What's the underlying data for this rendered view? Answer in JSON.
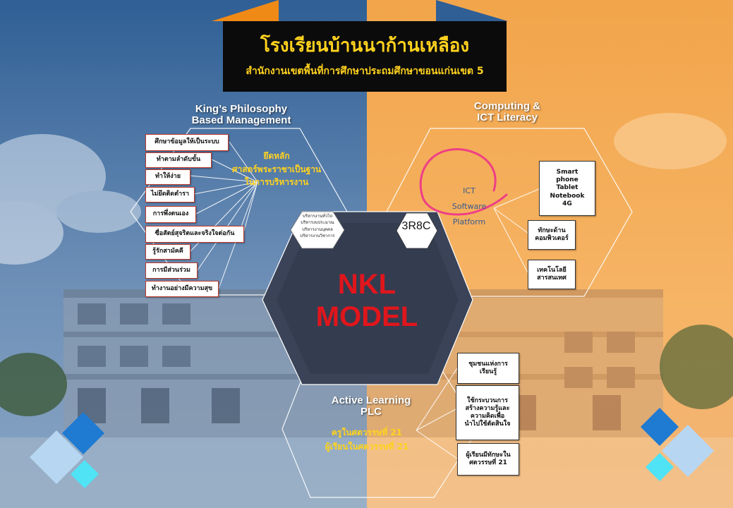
{
  "header": {
    "school_name": "โรงเรียนบ้านนาก้านเหลือง",
    "office": "สำนักงานเขตพื้นที่การศึกษาประถมศึกษาขอนแก่นเขต 5"
  },
  "left_section": {
    "heading_line1": "King’s Philosophy",
    "heading_line2": "Based  Management",
    "principle": [
      "ยึดหลัก",
      "ศาสตร์พระราชาเป็นฐาน",
      "ในการบริหารงาน"
    ],
    "items": [
      "ศึกษาข้อมูลให้เป็นระบบ",
      "ทำตามลำดับขั้น",
      "ทำให้ง่าย",
      "ไม่ยึดติดตำรา",
      "การพึ่งตนเอง",
      "ซื่อสัตย์สุจริตและจริงใจต่อกัน",
      "รู้รักสามัคคี",
      "การมีส่วนร่วม",
      "ทำงานอย่างมีความสุข"
    ]
  },
  "admin_hex": [
    "บริหารงานทั่วไป",
    "บริหารงบประมาณ",
    "บริหารงานบุคคล",
    "บริหารงานวิชาการ"
  ],
  "center": {
    "line1": "NKL",
    "line2": "MODEL",
    "badge": "3R8C"
  },
  "right_section": {
    "heading_line1": "Computing &",
    "heading_line2": "ICT  Literacy",
    "ict_lines": [
      "ICT",
      "Software",
      "Platform"
    ],
    "devices": [
      "Smart",
      "phone",
      "Tablet",
      "Notebook",
      "4G"
    ],
    "skill1": [
      "ทักษะด้าน",
      "คอมพิวเตอร์"
    ],
    "skill2": [
      "เทคโนโลยี",
      "สารสนเทศ"
    ]
  },
  "bottom_section": {
    "heading_line1": "Active  Learning",
    "heading_line2": "PLC",
    "teacher_line": "ครูในศตวรรษที่  21",
    "student_line": "ผู้เรียนในศตวรรษที่  21",
    "box1": [
      "ชุมชนแห่งการ",
      "เรียนรู้"
    ],
    "box2": [
      "ใช้กระบวนการ",
      "สร้างความรู้และ",
      "ความคิดเพื่อ",
      "นำไปใช้ตัดสินใจ"
    ],
    "box3": [
      "ผู้เรียนมีทักษะใน",
      "ศตวรรษที่ 21"
    ]
  },
  "colors": {
    "left_bg": "#3d6b9e",
    "right_bg": "#f0a54a",
    "title_bg": "#0b0b0b",
    "title_text": "#ffd21e",
    "center_hex": "#3a4358",
    "model_text": "#e0161c",
    "ict_circle": "#ee3f86",
    "accent_blue": "#1f7ad1",
    "accent_cyan": "#4fe3f5"
  }
}
